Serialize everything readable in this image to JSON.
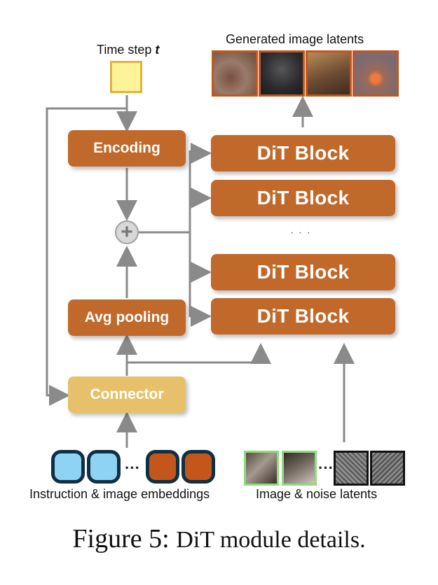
{
  "diagram": {
    "timestep_label_main": "Time step ",
    "timestep_label_var": "t",
    "generated_label": "Generated image latents",
    "encoding_label": "Encoding",
    "avgpool_label": "Avg pooling",
    "connector_label": "Connector",
    "plus_symbol": "+",
    "dit_blocks": [
      "DiT Block",
      "DiT Block",
      "DiT Block",
      "DiT Block"
    ],
    "vertical_ellipsis": "· · ·",
    "instruction_label": "Instruction & image embeddings",
    "latents_label": "Image & noise latents",
    "embeddings_ellipsis": "···",
    "latents_ellipsis": "···"
  },
  "caption": {
    "figure": "Figure 5:",
    "text": "DiT module details."
  },
  "colors": {
    "block_orange": "#c0692b",
    "connector_yellow": "#e7c16a",
    "timestep_fill": "#fdf49a",
    "embedding_blue": "#8fd3f4",
    "embedding_orange": "#c4561c",
    "wire_gray": "#8a8a8a"
  }
}
